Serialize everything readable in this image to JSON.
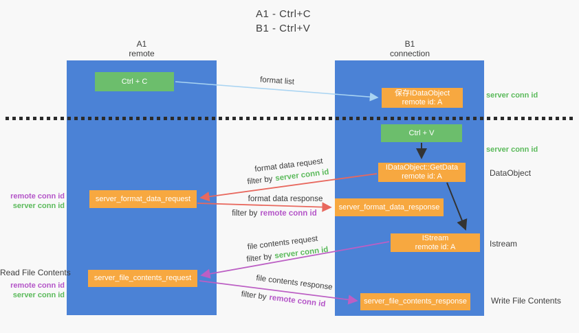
{
  "title": {
    "line1": "A1 - Ctrl+C",
    "line2": "B1 - Ctrl+V"
  },
  "lifelines": {
    "left": {
      "name": "A1",
      "role": "remote"
    },
    "right": {
      "name": "B1",
      "role": "connection"
    }
  },
  "boxes": {
    "ctrl_c": "Ctrl + C",
    "ctrl_v": "Ctrl + V",
    "save_dataobject": {
      "line1": "保存IDataObject",
      "line2": "remote id: A"
    },
    "getdata": {
      "line1": "IDataObject::GetData",
      "line2": "remote id: A"
    },
    "istream": {
      "line1": "IStream",
      "line2": "remote id: A"
    },
    "server_format_data_request": "server_format_data_request",
    "server_format_data_response": "server_format_data_response",
    "server_file_contents_request": "server_file_contents_request",
    "server_file_contents_response": "server_file_contents_response"
  },
  "arrow_labels": {
    "format_list": "format list",
    "format_data_request": "format data request",
    "format_data_response": "format data response",
    "file_contents_request": "file contents request",
    "file_contents_response": "file contents response",
    "filter_by": "filter by",
    "server_conn_id": "server conn id",
    "remote_conn_id": "remote conn id"
  },
  "side_labels": {
    "server_conn_id": "server conn id",
    "remote_conn_id": "remote conn id",
    "dataobject": "DataObject",
    "istream": "Istream",
    "read_file_contents": "Read File Contents",
    "write_file_contents": "Write File Contents"
  },
  "colors": {
    "lifeline_blue": "#4B82D6",
    "box_green": "#6CBE6C",
    "box_orange": "#F7A840",
    "green_text": "#5BBA5B",
    "purple_text": "#B455C8",
    "red_arrow": "#E8685E",
    "magenta_arrow": "#BC5FC4",
    "blue_arrow": "#A9D4F2",
    "black_arrow": "#333333"
  }
}
